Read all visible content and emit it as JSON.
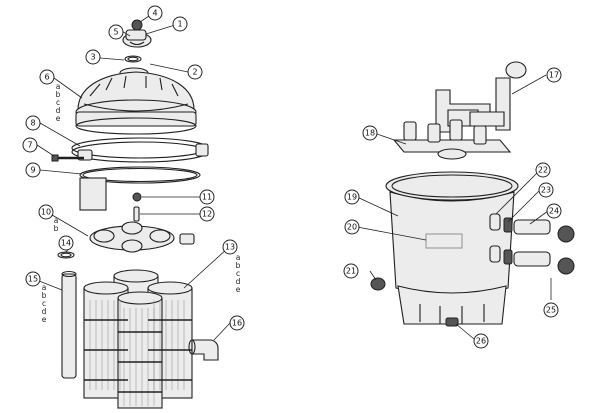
{
  "callouts": [
    {
      "id": "c1",
      "label": "1"
    },
    {
      "id": "c2",
      "label": "2"
    },
    {
      "id": "c3",
      "label": "3"
    },
    {
      "id": "c4",
      "label": "4"
    },
    {
      "id": "c5",
      "label": "5"
    },
    {
      "id": "c6",
      "label": "6"
    },
    {
      "id": "c7",
      "label": "7"
    },
    {
      "id": "c8",
      "label": "8"
    },
    {
      "id": "c9",
      "label": "9"
    },
    {
      "id": "c10",
      "label": "10"
    },
    {
      "id": "c11",
      "label": "11"
    },
    {
      "id": "c12",
      "label": "12"
    },
    {
      "id": "c13",
      "label": "13"
    },
    {
      "id": "c14",
      "label": "14"
    },
    {
      "id": "c15",
      "label": "15"
    },
    {
      "id": "c16",
      "label": "16"
    },
    {
      "id": "c17",
      "label": "17"
    },
    {
      "id": "c18",
      "label": "18"
    },
    {
      "id": "c19",
      "label": "19"
    },
    {
      "id": "c20",
      "label": "20"
    },
    {
      "id": "c21",
      "label": "21"
    },
    {
      "id": "c22",
      "label": "22"
    },
    {
      "id": "c23",
      "label": "23"
    },
    {
      "id": "c24",
      "label": "24"
    },
    {
      "id": "c25",
      "label": "25"
    },
    {
      "id": "c26",
      "label": "26"
    }
  ],
  "sublabels": {
    "part6": [
      "a",
      "b",
      "c",
      "d",
      "e"
    ],
    "part10": [
      "a",
      "b"
    ],
    "part13": [
      "a",
      "b",
      "c",
      "d",
      "e"
    ],
    "part15": [
      "a",
      "b",
      "c",
      "d",
      "e"
    ]
  }
}
